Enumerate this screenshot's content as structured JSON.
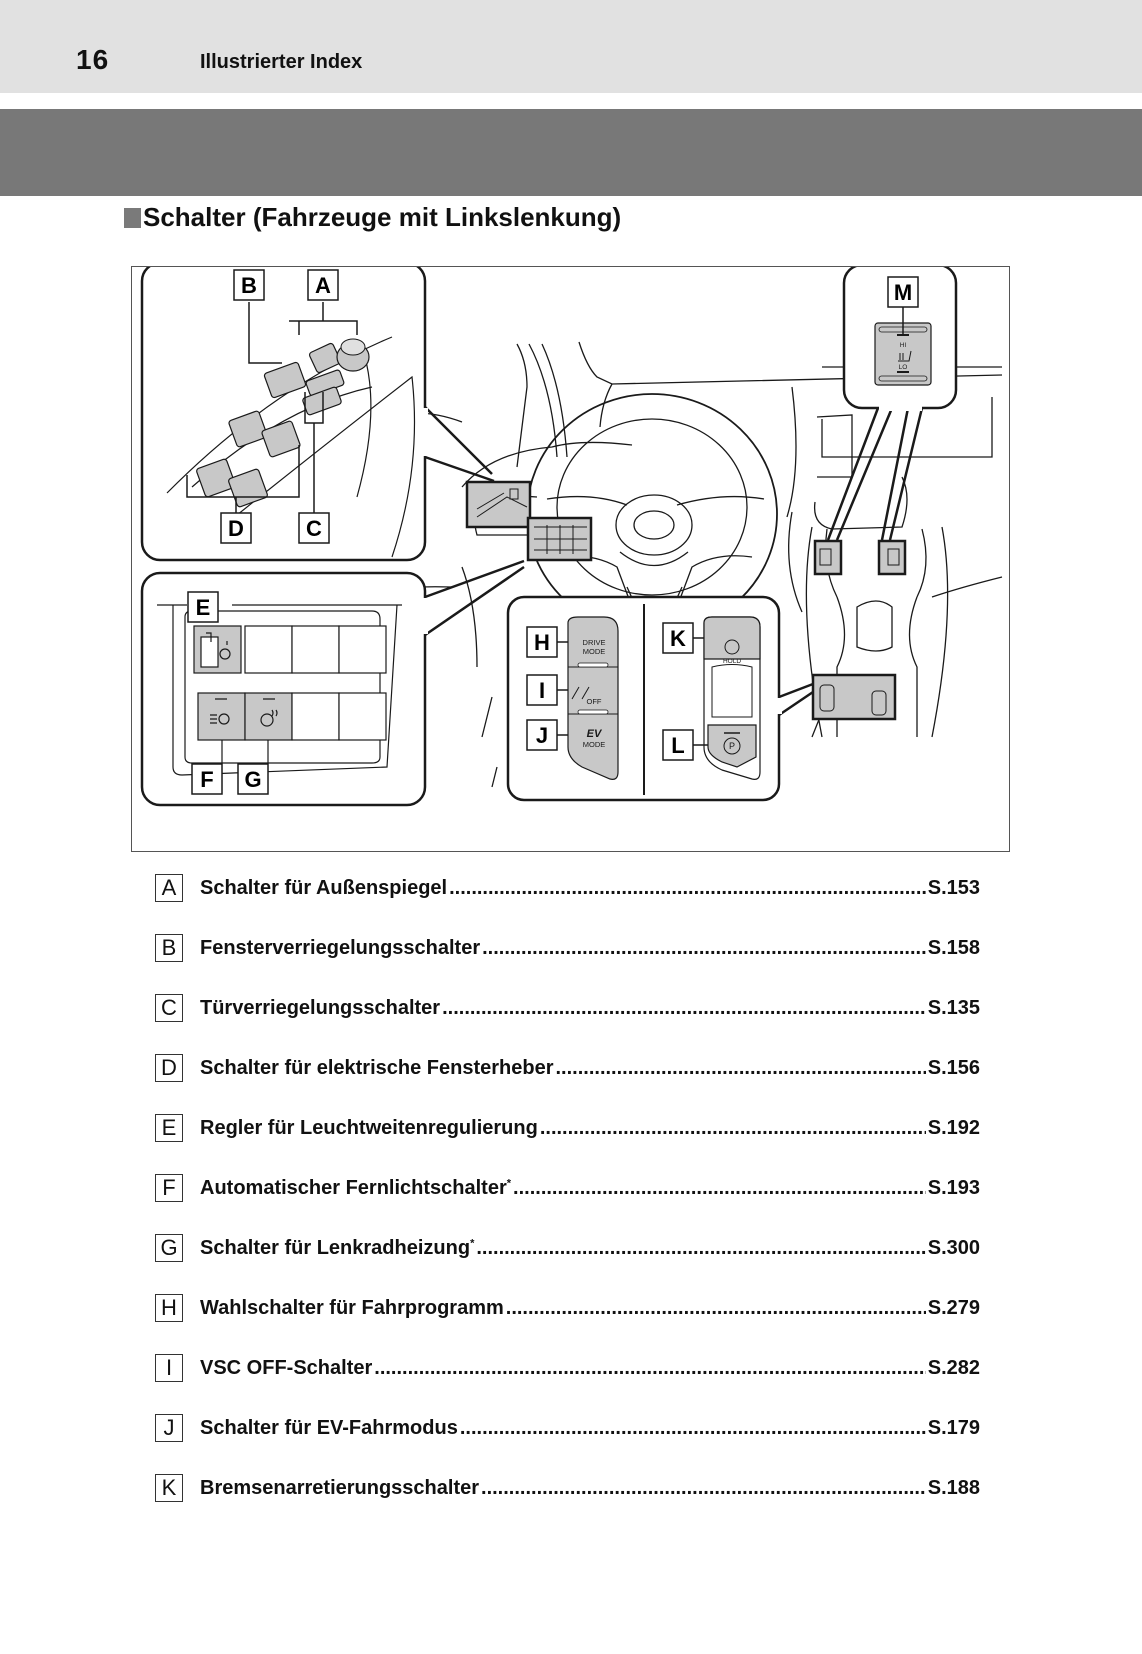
{
  "header": {
    "page_number": "16",
    "running_title": "Illustrierter Index"
  },
  "section": {
    "title": "Schalter (Fahrzeuge mit Linkslenkung)"
  },
  "figure": {
    "callouts": [
      "A",
      "B",
      "C",
      "D",
      "E",
      "F",
      "G",
      "H",
      "I",
      "J",
      "K",
      "L",
      "M"
    ],
    "switch_labels": {
      "drive_mode_line1": "DRIVE",
      "drive_mode_line2": "MODE",
      "vsc_off": "OFF",
      "ev_line1": "EV",
      "ev_line2": "MODE",
      "hold": "HOLD",
      "parking": "P",
      "seat_hi": "HI",
      "seat_lo": "LO"
    },
    "colors": {
      "switch_fill": "#c8c8c8",
      "line": "#1a1a1a"
    }
  },
  "index": [
    {
      "letter": "A",
      "label": "Schalter für Außenspiegel",
      "note": "",
      "page": "S.153"
    },
    {
      "letter": "B",
      "label": "Fensterverriegelungsschalter",
      "note": "",
      "page": "S.158"
    },
    {
      "letter": "C",
      "label": "Türverriegelungsschalter",
      "note": "",
      "page": "S.135"
    },
    {
      "letter": "D",
      "label": "Schalter für elektrische Fensterheber",
      "note": "",
      "page": "S.156"
    },
    {
      "letter": "E",
      "label": "Regler für Leuchtweitenregulierung",
      "note": "",
      "page": "S.192"
    },
    {
      "letter": "F",
      "label": "Automatischer Fernlichtschalter",
      "note": "*",
      "page": "S.193"
    },
    {
      "letter": "G",
      "label": "Schalter für Lenkradheizung",
      "note": "*",
      "page": "S.300"
    },
    {
      "letter": "H",
      "label": "Wahlschalter für Fahrprogramm",
      "note": "",
      "page": "S.279"
    },
    {
      "letter": "I",
      "label": "VSC OFF-Schalter",
      "note": "",
      "page": "S.282"
    },
    {
      "letter": "J",
      "label": "Schalter für EV-Fahrmodus",
      "note": "",
      "page": "S.179"
    },
    {
      "letter": "K",
      "label": "Bremsenarretierungsschalter",
      "note": "",
      "page": "S.188"
    }
  ]
}
